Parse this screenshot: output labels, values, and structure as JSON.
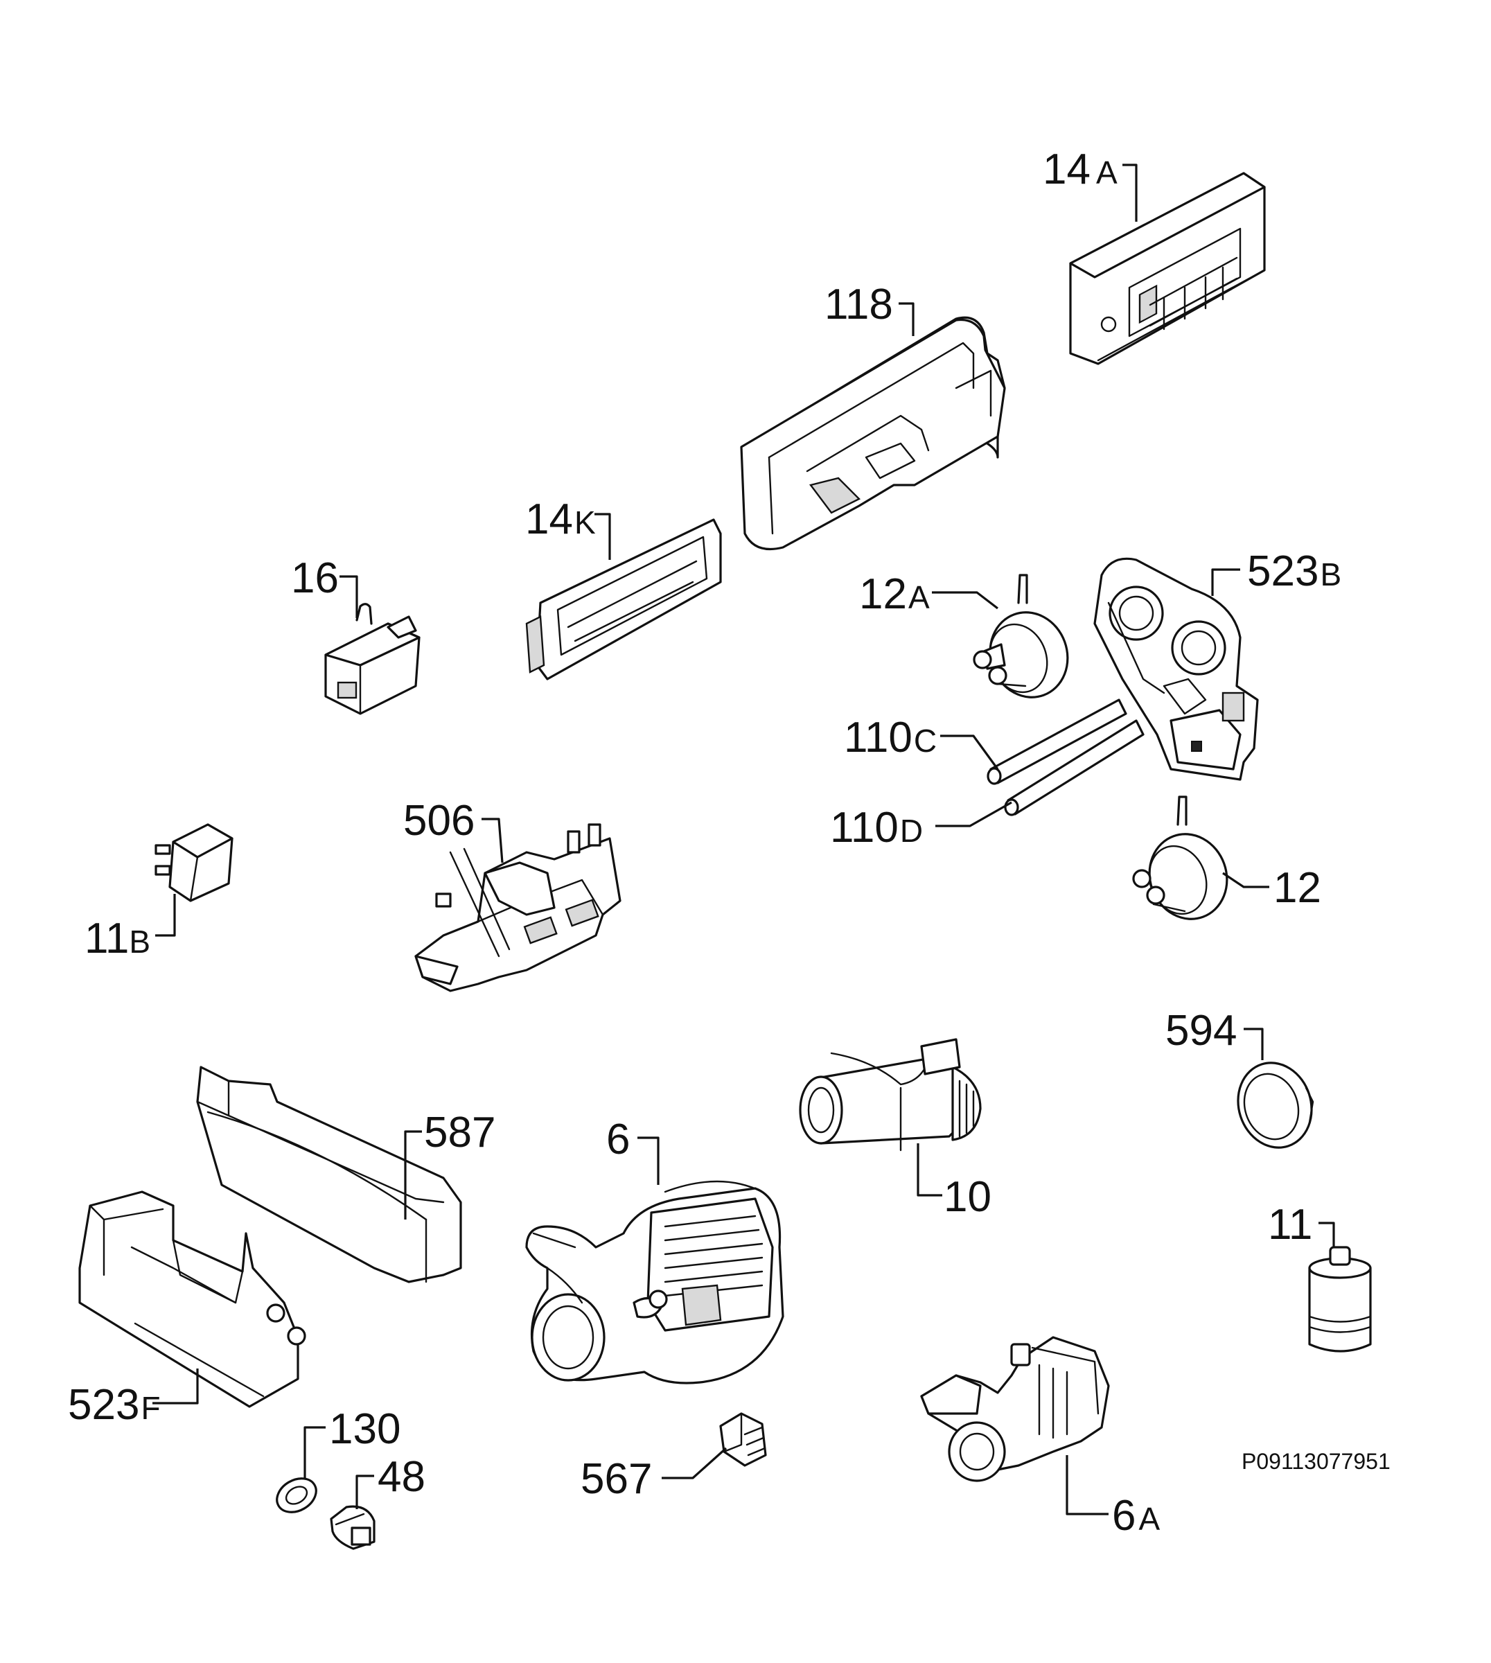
{
  "diagram_code": "P09113077951",
  "callouts": [
    {
      "id": "14a",
      "num": "14",
      "suffix": "A",
      "icon": "control-panel-icon"
    },
    {
      "id": "118",
      "num": "118",
      "suffix": "",
      "icon": "electronic-module-icon"
    },
    {
      "id": "14k",
      "num": "14",
      "suffix": "K",
      "icon": "display-board-icon"
    },
    {
      "id": "16",
      "num": "16",
      "suffix": "",
      "icon": "door-switch-icon"
    },
    {
      "id": "12a",
      "num": "12",
      "suffix": "A",
      "icon": "pressure-switch-icon"
    },
    {
      "id": "523b",
      "num": "523",
      "suffix": "B",
      "icon": "pressure-chamber-icon"
    },
    {
      "id": "110c",
      "num": "110",
      "suffix": "C",
      "icon": "hose-icon"
    },
    {
      "id": "110d",
      "num": "110",
      "suffix": "D",
      "icon": "hose-icon"
    },
    {
      "id": "12",
      "num": "12",
      "suffix": "",
      "icon": "pressure-switch-icon"
    },
    {
      "id": "506",
      "num": "506",
      "suffix": "",
      "icon": "control-board-icon"
    },
    {
      "id": "11b",
      "num": "11",
      "suffix": "B",
      "icon": "relay-icon"
    },
    {
      "id": "594",
      "num": "594",
      "suffix": "",
      "icon": "grommet-icon"
    },
    {
      "id": "10",
      "num": "10",
      "suffix": "",
      "icon": "heater-icon"
    },
    {
      "id": "587",
      "num": "587",
      "suffix": "",
      "icon": "cover-icon"
    },
    {
      "id": "6",
      "num": "6",
      "suffix": "",
      "icon": "circulation-pump-icon"
    },
    {
      "id": "11",
      "num": "11",
      "suffix": "",
      "icon": "capacitor-icon"
    },
    {
      "id": "523f",
      "num": "523",
      "suffix": "F",
      "icon": "support-bracket-icon"
    },
    {
      "id": "130",
      "num": "130",
      "suffix": "",
      "icon": "seal-ring-icon"
    },
    {
      "id": "48",
      "num": "48",
      "suffix": "",
      "icon": "plug-icon"
    },
    {
      "id": "567",
      "num": "567",
      "suffix": "",
      "icon": "clip-icon"
    },
    {
      "id": "6a",
      "num": "6",
      "suffix": "A",
      "icon": "drain-pump-icon"
    }
  ]
}
